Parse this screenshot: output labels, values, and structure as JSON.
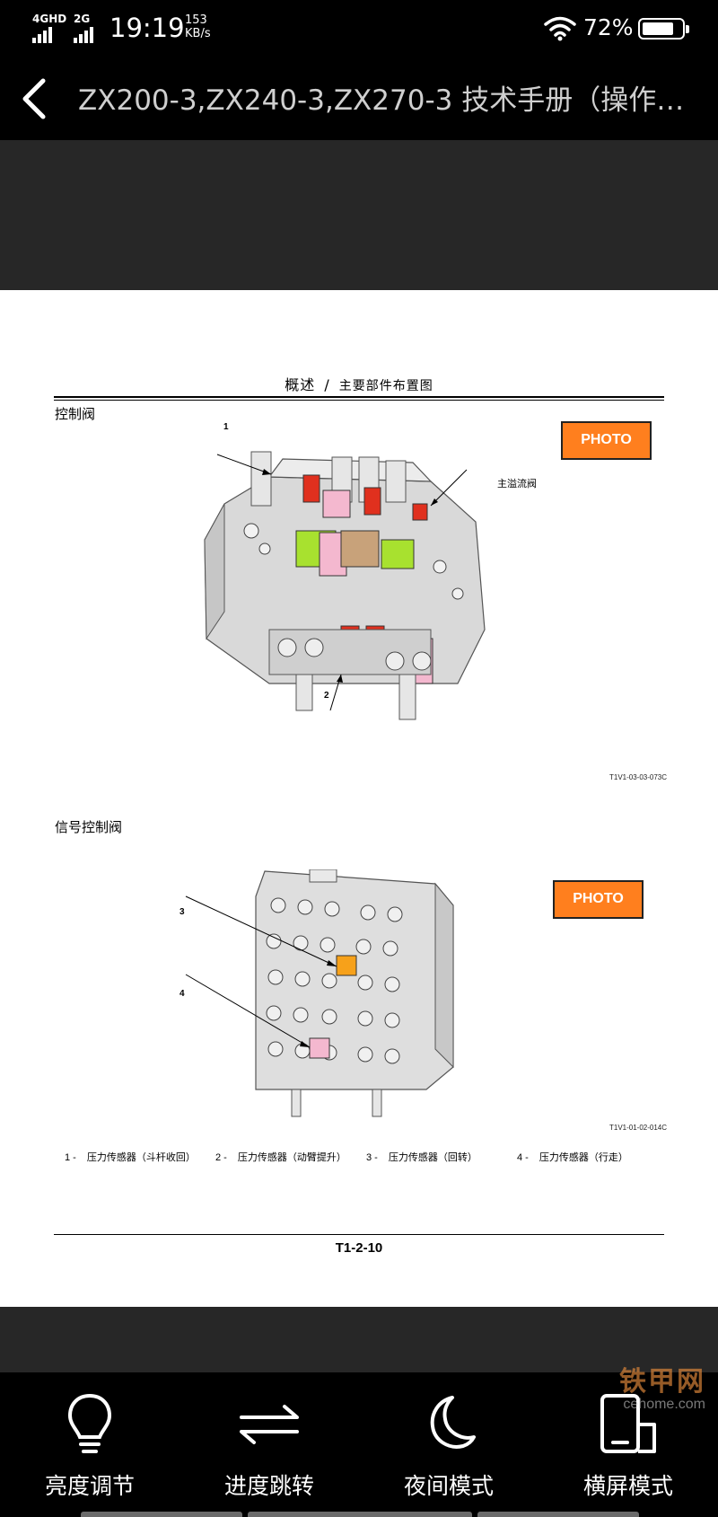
{
  "status_bar": {
    "network1": "4GHD",
    "network2": "2G",
    "time": "19:19",
    "speed_value": "153",
    "speed_unit": "KB/s",
    "battery_pct": "72%"
  },
  "title_bar": {
    "title": "ZX200-3,ZX240-3,ZX270-3 技术手册（操作…"
  },
  "page": {
    "header_main": "概述",
    "header_sep": "/",
    "header_sub": "主要部件布置图",
    "section1_title": "控制阀",
    "section2_title": "信号控制阀",
    "photo_label": "PHOTO",
    "main_relief_label": "主溢流阀",
    "fig1_code": "T1V1-03-03-073C",
    "fig2_code": "T1V1-01-02-014C",
    "callouts": [
      "1",
      "2",
      "3",
      "4"
    ],
    "legend": [
      {
        "num": "1 -",
        "text": "压力传感器（斗杆收回）"
      },
      {
        "num": "2 -",
        "text": "压力传感器（动臂提升）"
      },
      {
        "num": "3 -",
        "text": "压力传感器（回转）"
      },
      {
        "num": "4 -",
        "text": "压力传感器（行走）"
      }
    ],
    "page_number": "T1-2-10",
    "accent_color": "#ff7f1e"
  },
  "bottom_bar": {
    "items": [
      {
        "label": "亮度调节",
        "icon": "bulb-icon"
      },
      {
        "label": "进度跳转",
        "icon": "swap-arrows-icon"
      },
      {
        "label": "夜间模式",
        "icon": "moon-icon"
      },
      {
        "label": "横屏模式",
        "icon": "rotate-device-icon"
      }
    ]
  },
  "watermark": {
    "text_cn": "铁甲网",
    "url": "cehome.com"
  }
}
